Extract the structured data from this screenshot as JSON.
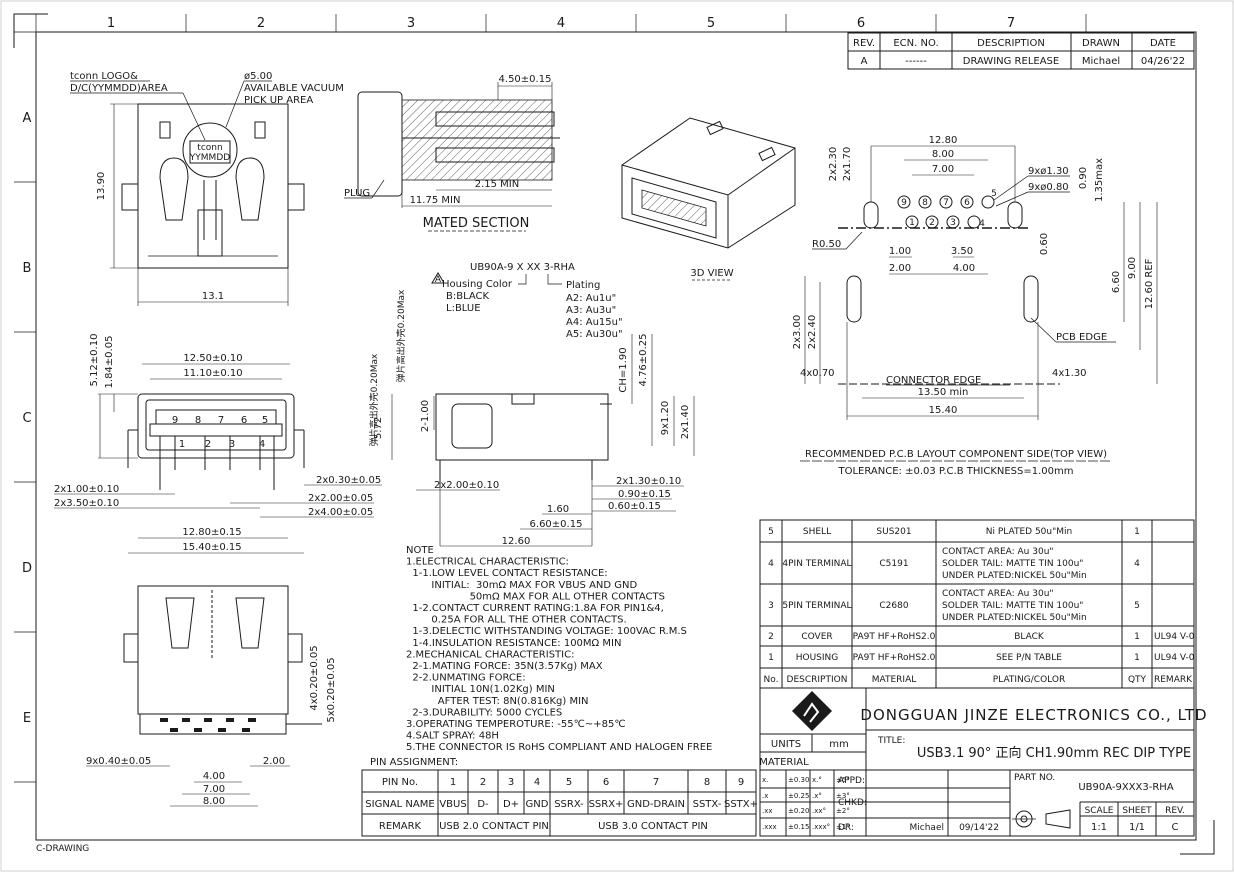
{
  "border": {
    "columns": [
      "1",
      "2",
      "3",
      "4",
      "5",
      "6",
      "7"
    ],
    "rows": [
      "A",
      "B",
      "C",
      "D",
      "E"
    ],
    "footer": "C-DRAWING"
  },
  "revision": {
    "headers": [
      "REV.",
      "ECN. NO.",
      "DESCRIPTION",
      "DRAWN",
      "DATE"
    ],
    "row": [
      "A",
      "------",
      "DRAWING RELEASE",
      "Michael",
      "04/26'22"
    ]
  },
  "top_view": {
    "logo_note_line1": "tconn LOGO&",
    "logo_note_line2": "D/C(YYMMDD)AREA",
    "vacuum_line1": "ø5.00",
    "vacuum_line2": "AVAILABLE VACUUM",
    "vacuum_line3": "PICK UP AREA",
    "logo_text1": "tconn",
    "logo_text2": "YYMMDD",
    "dim_height": "13.90",
    "dim_width": "13.1"
  },
  "mated": {
    "dim_top": "4.50±0.15",
    "dim_min1": "2.15 MIN",
    "dim_min2": "11.75 MIN",
    "plug": "PLUG",
    "title": "MATED SECTION"
  },
  "view3d": {
    "label": "3D VIEW"
  },
  "part_code": {
    "code": "UB90A-9 X XX 3-RHA",
    "housing_title": "Housing Color",
    "housing_opts": [
      "B:BLACK",
      "L:BLUE"
    ],
    "plating_title": "Plating",
    "plating_opts": [
      "A2: Au1u\"",
      "A3: Au3u\"",
      "A4: Au15u\"",
      "A5: Au30u\""
    ],
    "rev_mark": "A"
  },
  "front_view": {
    "dims_left": [
      "5.12±0.10",
      "1.84±0.05"
    ],
    "dim_w1": "12.50±0.10",
    "dim_w2": "11.10±0.10",
    "pins_top": [
      "9",
      "8",
      "7",
      "6",
      "5"
    ],
    "pins_bottom": [
      "1",
      "2",
      "3",
      "4"
    ],
    "dim_a": "2x1.00±0.10",
    "dim_b": "2x3.50±0.10",
    "dim_c": "2x0.30±0.05",
    "dim_d": "2x2.00±0.05",
    "dim_e": "2x4.00±0.05",
    "dim_f": "12.80±0.15",
    "dim_g": "15.40±0.15"
  },
  "side_view": {
    "vert_cn1": "弹片高出外壳0.20Max",
    "vert_cn2": "弹片高出外壳0.20Max",
    "dim_572": "5.72",
    "dim_2x100": "2-1.00",
    "dim_ch": "CH=1.90",
    "dim_476": "4.76±0.25",
    "dim_9x120": "9x1.20",
    "dim_2x140": "2x1.40",
    "dim_2x200": "2x2.00±0.10",
    "dim_2x130": "2x1.30±0.10",
    "dim_090": "0.90±0.15",
    "dim_060": "0.60±0.15",
    "dim_160": "1.60",
    "dim_660": "6.60±0.15",
    "dim_1260": "12.60"
  },
  "pcb": {
    "dim_1280": "12.80",
    "dim_800": "8.00",
    "dim_700": "7.00",
    "dim_2x230": "2x2.30",
    "dim_2x170": "2x1.70",
    "dim_9x130": "9xø1.30",
    "dim_9x080": "9xø0.80",
    "dim_090": "0.90",
    "dim_135": "1.35max",
    "dim_r050": "R0.50",
    "dim_100": "1.00",
    "dim_350": "3.50",
    "dim_200": "2.00",
    "dim_400": "4.00",
    "dim_060": "0.60",
    "dim_660": "6.60",
    "dim_900": "9.00",
    "dim_1260": "12.60 REF",
    "dim_2x300": "2x3.00",
    "dim_2x240": "2x2.40",
    "pcb_edge": "PCB EDGE",
    "dim_4x070": "4x0.70",
    "conn_edge": "CONNECTOR EDGE",
    "dim_4x130": "4x1.30",
    "dim_1350": "13.50 min",
    "dim_1540": "15.40",
    "pin_nums": [
      "9",
      "8",
      "7",
      "6",
      "5",
      "1",
      "2",
      "3",
      "4"
    ],
    "title": "RECOMMENDED P.C.B LAYOUT COMPONENT SIDE(TOP VIEW)",
    "tolerance": "TOLERANCE: ±0.03 P.C.B THICKNESS=1.00mm"
  },
  "bottom_view": {
    "dim_4x020": "4x0.20±0.05",
    "dim_5x020": "5x0.20±0.05",
    "dim_9x040": "9x0.40±0.05",
    "dim_200": "2.00",
    "dim_400": "4.00",
    "dim_700": "7.00",
    "dim_800": "8.00"
  },
  "notes": {
    "lines": [
      "NOTE",
      "1.ELECTRICAL CHARACTERISTIC:",
      "  1-1.LOW LEVEL CONTACT RESISTANCE:",
      "        INITIAL:  30mΩ MAX FOR VBUS AND GND",
      "                    50mΩ MAX FOR ALL OTHER CONTACTS",
      "  1-2.CONTACT CURRENT RATING:1.8A FOR PIN1&4,",
      "        0.25A FOR ALL THE OTHER CONTACTS.",
      "  1-3.DELECTIC WITHSTANDING VOLTAGE: 100VAC R.M.S",
      "  1-4.INSULATION RESISTANCE: 100MΩ MIN",
      "2.MECHANICAL CHARACTERISTIC:",
      "  2-1.MATING FORCE: 35N(3.57Kg) MAX",
      "  2-2.UNMATING FORCE:",
      "        INITIAL 10N(1.02Kg) MIN",
      "          AFTER TEST: 8N(0.816Kg) MIN",
      "  2-3.DURABILITY: 5000 CYCLES",
      "3.OPERATING TEMPEROTURE: -55℃~+85℃",
      "4.SALT SPRAY: 48H",
      "5.THE CONNECTOR IS RoHS COMPLIANT AND HALOGEN FREE"
    ],
    "pin_title": "PIN ASSIGNMENT:"
  },
  "pin_table": {
    "r1": [
      "PIN No.",
      "1",
      "2",
      "3",
      "4",
      "5",
      "6",
      "7",
      "8",
      "9"
    ],
    "r2": [
      "SIGNAL NAME",
      "VBUS",
      "D-",
      "D+",
      "GND",
      "SSRX-",
      "SSRX+",
      "GND-DRAIN",
      "SSTX-",
      "SSTX+"
    ],
    "r3_label": "REMARK",
    "r3_usb2": "USB 2.0 CONTACT PIN",
    "r3_usb3": "USB 3.0 CONTACT PIN"
  },
  "bom": {
    "rows": [
      {
        "no": "5",
        "desc": "SHELL",
        "mat": "SUS201",
        "plating": [
          "Ni PLATED 50u\"Min"
        ],
        "qty": "1",
        "remark": ""
      },
      {
        "no": "4",
        "desc": "4PIN TERMINAL",
        "mat": "C5191",
        "plating": [
          "CONTACT AREA: Au 30u\"",
          "SOLDER TAIL: MATTE TIN 100u\"",
          "UNDER PLATED:NICKEL 50u\"Min"
        ],
        "qty": "4",
        "remark": ""
      },
      {
        "no": "3",
        "desc": "5PIN TERMINAL",
        "mat": "C2680",
        "plating": [
          "CONTACT AREA: Au 30u\"",
          "SOLDER TAIL: MATTE TIN 100u\"",
          "UNDER PLATED:NICKEL 50u\"Min"
        ],
        "qty": "5",
        "remark": ""
      },
      {
        "no": "2",
        "desc": "COVER",
        "mat": "PA9T HF+RoHS2.0",
        "plating": [
          "BLACK"
        ],
        "qty": "1",
        "remark": "UL94 V-0"
      },
      {
        "no": "1",
        "desc": "HOUSING",
        "mat": "PA9T HF+RoHS2.0",
        "plating": [
          "SEE P/N TABLE"
        ],
        "qty": "1",
        "remark": "UL94 V-0"
      }
    ],
    "header": [
      "No.",
      "DESCRIPTION",
      "MATERIAL",
      "PLATING/COLOR",
      "QTY",
      "REMARK"
    ]
  },
  "title_block": {
    "company": "DONGGUAN JINZE ELECTRONICS CO., LTD",
    "units": "UNITS",
    "mm": "mm",
    "material": "MATERIAL",
    "title_label": "TITLE:",
    "title": "USB3.1 90° 正向 CH1.90mm REC DIP TYPE",
    "tol": [
      [
        "x.",
        "±0.30",
        "x.°",
        "±5°"
      ],
      [
        ".x",
        "±0.25",
        ".x°",
        "±3°"
      ],
      [
        ".xx",
        "±0.20",
        ".xx°",
        "±2°"
      ],
      [
        ".xxx",
        "±0.15",
        ".xxx°",
        "±1°"
      ]
    ],
    "appd": "APPD:",
    "chkd": "CHKD:",
    "dr": "DR:",
    "dr_name": "Michael",
    "dr_date": "09/14'22",
    "part_label": "PART NO.",
    "part_no": "UB90A-9XXX3-RHA",
    "scale_label": "SCALE",
    "sheet_label": "SHEET",
    "rev_label": "REV.",
    "scale": "1:1",
    "sheet": "1/1",
    "rev": "C"
  }
}
